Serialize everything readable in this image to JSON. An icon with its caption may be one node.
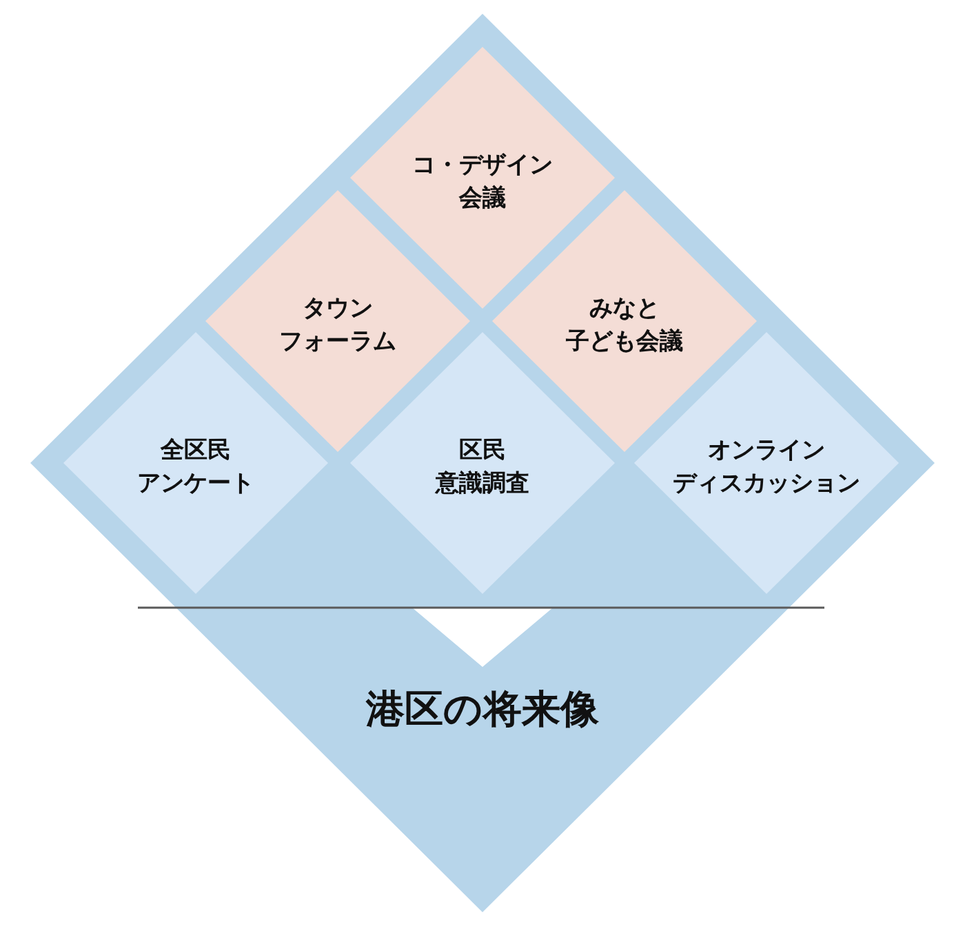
{
  "diagram": {
    "nodes": [
      {
        "text": [
          "港区の将来像"
        ]
      },
      {
        "text": [
          "コ・デザイン会議"
        ],
        "in": 0
      },
      {
        "text": [
          "タウンフォーラム"
        ],
        "in": 0
      },
      {
        "text": [
          "みなと子ども会議"
        ],
        "in": 0
      },
      {
        "text": [
          "全区民アンケート"
        ],
        "in": 0
      },
      {
        "text": [
          "区民意識調査"
        ],
        "in": 0
      },
      {
        "text": [
          "オンラインディスカッション"
        ],
        "in": 0
      }
    ]
  }
}
